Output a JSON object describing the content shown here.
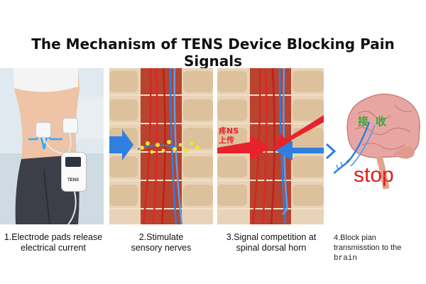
{
  "title": "The Mechanism of TENS Device Blocking Pain Signals",
  "device": {
    "brand": "TENS"
  },
  "panel3": {
    "upload_label_line1": "疼NS",
    "upload_label_line2": "上传"
  },
  "panel4": {
    "receive_char1": "接",
    "receive_char2": "收",
    "stop_text": "stop"
  },
  "captions": {
    "step1_line1": "1.Electrode pads release",
    "step1_line2": "electrical current",
    "step2_line1": "2.Stimulate",
    "step2_line2": "sensory nerves",
    "step3_line1": "3.Signal competition at",
    "step3_line2": "spinal dorsal horn",
    "step4_line1": "4.Block pian",
    "step4_line2a": "transmisstion to the ",
    "step4_line2b": "brain"
  },
  "colors": {
    "pain_signal": "#e8222b",
    "tens_signal": "#2f7fe0",
    "stimulation": "#f2e62a",
    "receive_text": "#3aa63a",
    "stop_text": "#e0201b"
  }
}
